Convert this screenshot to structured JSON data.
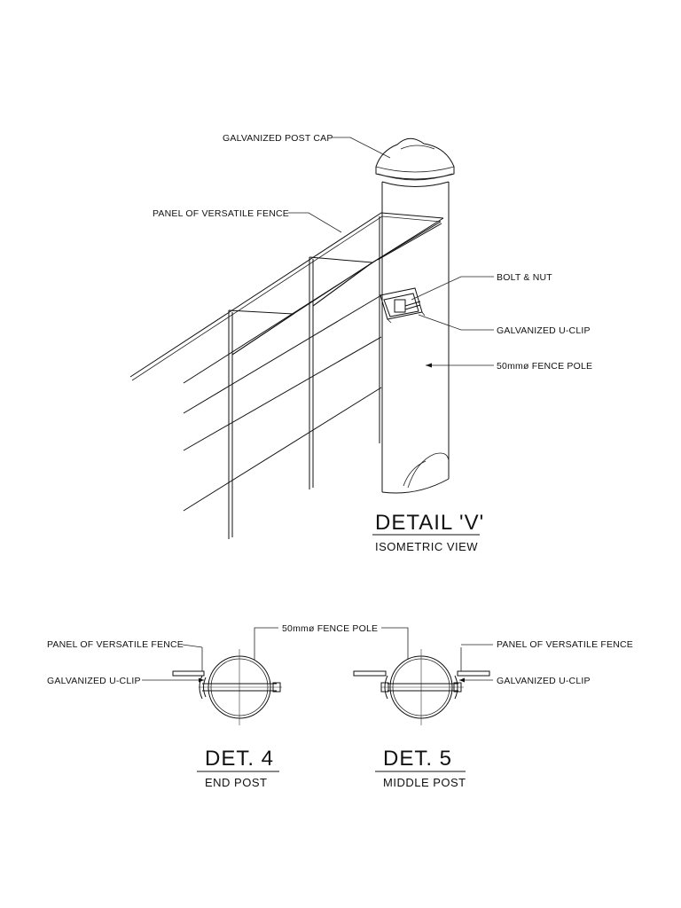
{
  "detail_v": {
    "labels": {
      "post_cap": "GALVANIZED POST CAP",
      "panel": "PANEL OF VERSATILE FENCE",
      "bolt_nut": "BOLT & NUT",
      "u_clip": "GALVANIZED U-CLIP",
      "fence_pole": "50mmø FENCE POLE"
    },
    "title": "DETAIL 'V'",
    "subtitle": "ISOMETRIC VIEW"
  },
  "sections": {
    "fence_pole_label": "50mmø FENCE POLE",
    "det4": {
      "panel_label": "PANEL OF VERSATILE FENCE",
      "clip_label": "GALVANIZED U-CLIP",
      "title": "DET. 4",
      "subtitle": "END POST"
    },
    "det5": {
      "panel_label": "PANEL OF VERSATILE FENCE",
      "clip_label": "GALVANIZED U-CLIP",
      "title": "DET. 5",
      "subtitle": "MIDDLE POST"
    }
  }
}
